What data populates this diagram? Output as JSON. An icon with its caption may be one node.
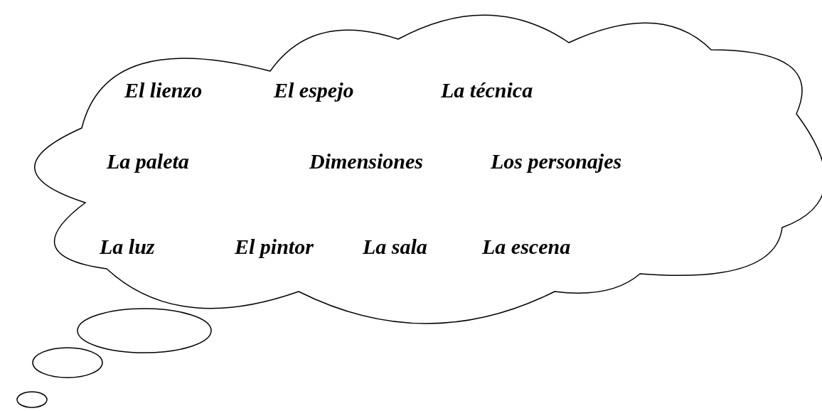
{
  "diagram": {
    "nodes": [
      {
        "text": [
          "El lienzo",
          "El espejo",
          "La técnica",
          "La paleta",
          "Dimensiones",
          "Los personajes",
          "La luz",
          "El pintor",
          "La sala",
          "La escena"
        ]
      },
      {
        "text": [],
        "shape": "circle"
      },
      {
        "text": [],
        "shape": "circle"
      },
      {
        "text": [],
        "shape": "circle"
      }
    ]
  }
}
